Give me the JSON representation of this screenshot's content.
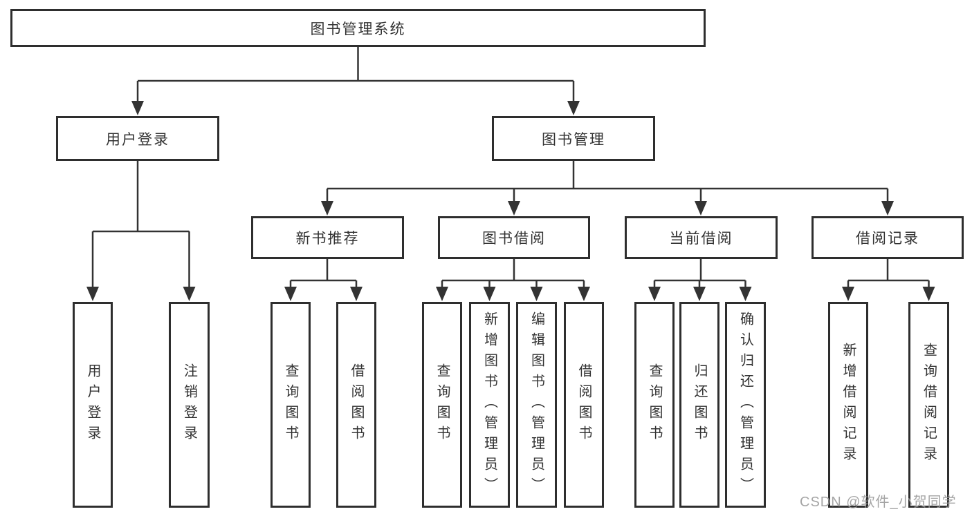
{
  "tree": {
    "label": "图书管理系统",
    "children": [
      {
        "label": "用户登录",
        "children": [
          {
            "label": "用户登录"
          },
          {
            "label": "注销登录"
          }
        ]
      },
      {
        "label": "图书管理",
        "children": [
          {
            "label": "新书推荐",
            "children": [
              {
                "label": "查询图书"
              },
              {
                "label": "借阅图书"
              }
            ]
          },
          {
            "label": "图书借阅",
            "children": [
              {
                "label": "查询图书"
              },
              {
                "label": "新增图书（管理员）"
              },
              {
                "label": "编辑图书（管理员）"
              },
              {
                "label": "借阅图书"
              }
            ]
          },
          {
            "label": "当前借阅",
            "children": [
              {
                "label": "查询图书"
              },
              {
                "label": "归还图书"
              },
              {
                "label": "确认归还（管理员）"
              }
            ]
          },
          {
            "label": "借阅记录",
            "children": [
              {
                "label": "新增借阅记录"
              },
              {
                "label": "查询借阅记录"
              }
            ]
          }
        ]
      }
    ]
  },
  "watermark": {
    "text": "CSDN @软件_小贺同学"
  },
  "colors": {
    "line": "#333333",
    "box_border": "#2e2e2e",
    "text": "#333333",
    "watermark": "#9b9b9b",
    "background": "#ffffff"
  }
}
